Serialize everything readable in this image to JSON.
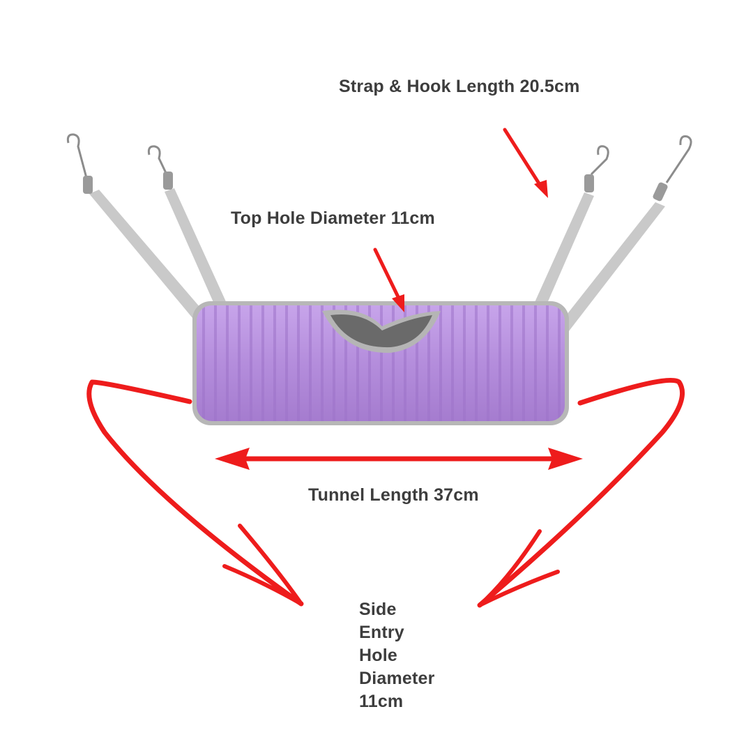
{
  "labels": {
    "strap_hook": "Strap & Hook Length 20.5cm",
    "top_hole": "Top Hole Diameter 11cm",
    "tunnel_length": "Tunnel Length 37cm",
    "side_entry": [
      "Side",
      "Entry",
      "Hole",
      "Diameter",
      "11cm"
    ]
  },
  "colors": {
    "arrow": "#ee1c1c",
    "tunnel_fabric": "#b790de",
    "tunnel_rib": "#9d73c9",
    "strap": "#c9c9c9",
    "hole_interior": "#6a6a6a",
    "text": "#3d3d3d"
  }
}
